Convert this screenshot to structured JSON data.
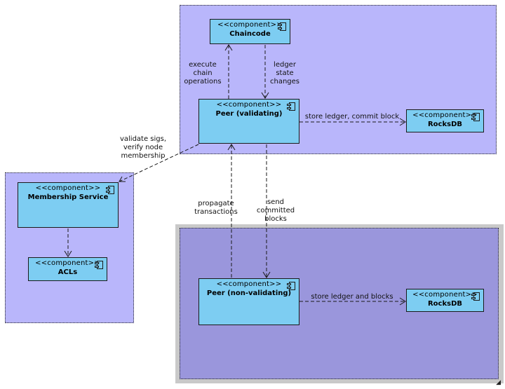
{
  "stereotype": "<<component>>",
  "components": {
    "chaincode": "Chaincode",
    "peer_validating": "Peer (validating)",
    "rocksdb_top": "RocksDB",
    "membership": "Membership Service",
    "acls": "ACLs",
    "peer_nonvalidating": "Peer (non-validating)",
    "rocksdb_bottom": "RocksDB"
  },
  "edges": {
    "execute": "execute\nchain\noperations",
    "ledger_changes": "ledger\nstate\nchanges",
    "store_commit": "store ledger, commit block",
    "validate": "validate sigs,\nverify node\nmembership",
    "propagate": "propagate\ntransactions",
    "send_committed": "send\ncommitted\nblocks",
    "store_blocks": "store ledger and blocks"
  }
}
